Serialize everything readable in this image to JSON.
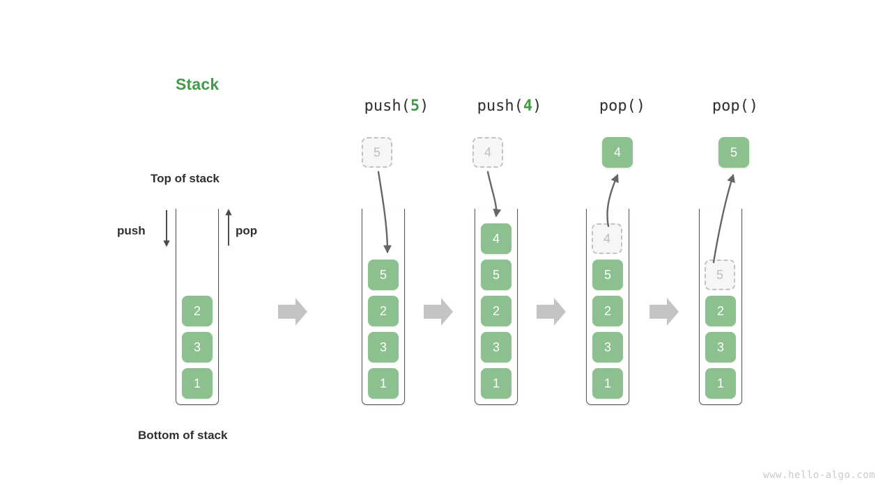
{
  "title": "Stack",
  "title_color": "#45994b",
  "labels": {
    "top_of_stack": "Top of stack",
    "bottom_of_stack": "Bottom of stack",
    "push": "push",
    "pop": "pop"
  },
  "watermark": "www.hello-algo.com",
  "colors": {
    "cell_fill": "#8cc08f",
    "cell_text": "#ffffff",
    "ghost_fill": "#f6f6f6",
    "ghost_border": "#c2c2c2",
    "ghost_text": "#bdbdbd",
    "container_stroke": "#555555",
    "flow_arrow": "#c4c4c4",
    "curve_arrow": "#666666",
    "text": "#2f2f2f"
  },
  "steps": [
    {
      "id": "initial",
      "header_prefix": "",
      "header_arg": "",
      "header_suffix": "",
      "cells": [
        "2",
        "3",
        "1"
      ],
      "ghost_in_stack": null,
      "floating": null
    },
    {
      "id": "push-5",
      "header_prefix": "push(",
      "header_arg": "5",
      "header_suffix": ")",
      "cells": [
        "5",
        "2",
        "3",
        "1"
      ],
      "ghost_in_stack": null,
      "floating": {
        "value": "5",
        "style": "ghost",
        "direction": "in"
      }
    },
    {
      "id": "push-4",
      "header_prefix": "push(",
      "header_arg": "4",
      "header_suffix": ")",
      "cells": [
        "4",
        "5",
        "2",
        "3",
        "1"
      ],
      "ghost_in_stack": null,
      "floating": {
        "value": "4",
        "style": "ghost",
        "direction": "in"
      }
    },
    {
      "id": "pop-1",
      "header_prefix": "pop(",
      "header_arg": "",
      "header_suffix": ")",
      "cells": [
        "5",
        "2",
        "3",
        "1"
      ],
      "ghost_in_stack": "4",
      "floating": {
        "value": "4",
        "style": "solid",
        "direction": "out"
      }
    },
    {
      "id": "pop-2",
      "header_prefix": "pop(",
      "header_arg": "",
      "header_suffix": ")",
      "cells": [
        "2",
        "3",
        "1"
      ],
      "ghost_in_stack": "5",
      "floating": {
        "value": "5",
        "style": "solid",
        "direction": "out"
      }
    }
  ],
  "flow_arrows": 4
}
